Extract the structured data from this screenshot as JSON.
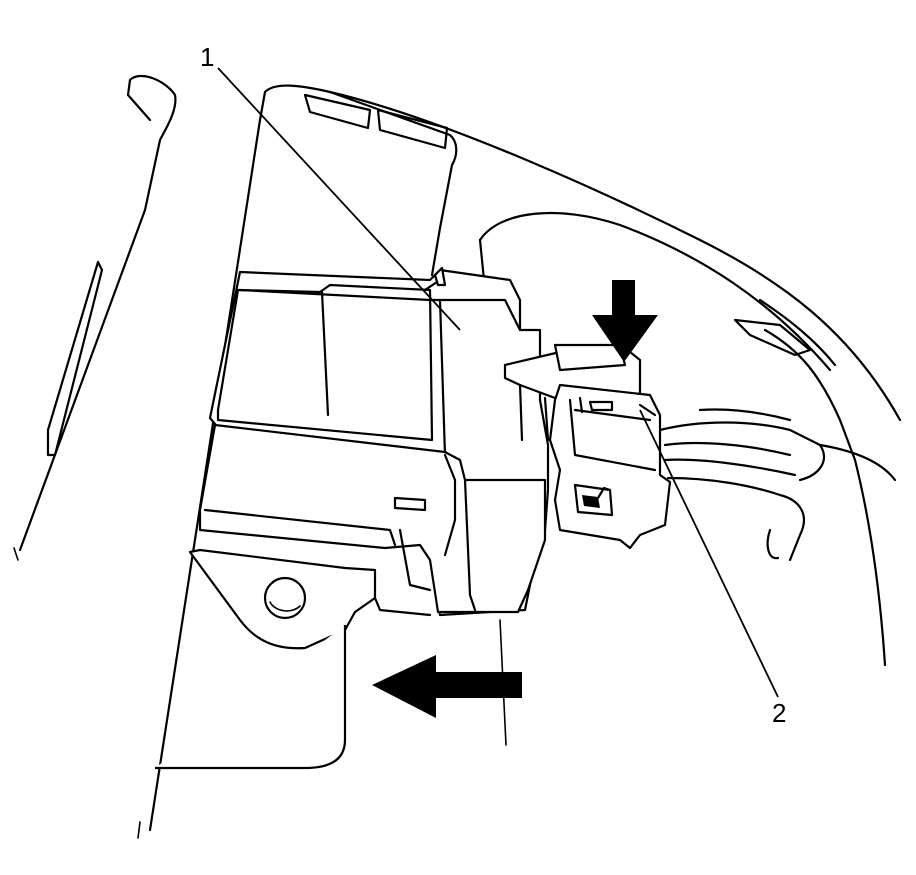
{
  "callouts": [
    {
      "id": "1",
      "label": "1"
    },
    {
      "id": "2",
      "label": "2"
    }
  ],
  "arrows": [
    {
      "direction": "down"
    },
    {
      "direction": "left"
    }
  ],
  "colors": {
    "line": "#000000",
    "background": "#ffffff"
  }
}
